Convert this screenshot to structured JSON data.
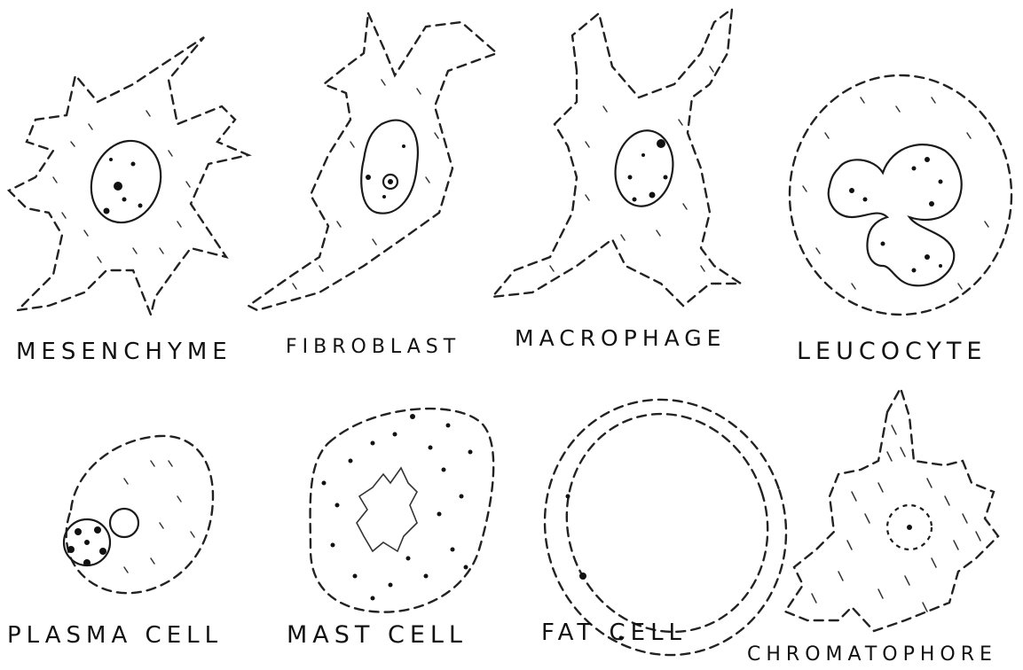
{
  "cells": [
    {
      "id": "mesenchyme",
      "label": "MESENCHYME"
    },
    {
      "id": "fibroblast",
      "label": "FIBROBLAST"
    },
    {
      "id": "macrophage",
      "label": "MACROPHAGE"
    },
    {
      "id": "leucocyte",
      "label": "LEUCOCYTE"
    },
    {
      "id": "plasma-cell",
      "label": "PLASMA CELL"
    },
    {
      "id": "mast-cell",
      "label": "MAST CELL"
    },
    {
      "id": "fat-cell",
      "label": "FAT CELL"
    },
    {
      "id": "chromatophore",
      "label": "CHROMATOPHORE"
    }
  ]
}
